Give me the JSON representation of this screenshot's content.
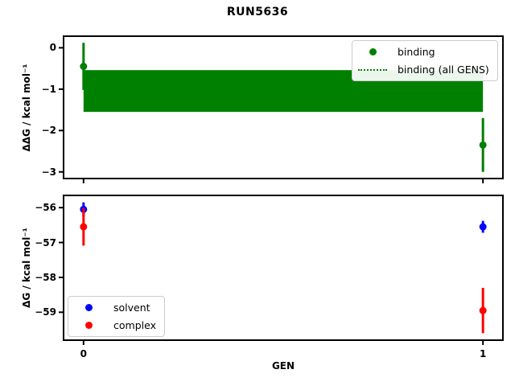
{
  "title": "RUN5636",
  "xlabel": "GEN",
  "colors": {
    "binding": "#008000",
    "solvent": "#0000ff",
    "complex": "#ff0000"
  },
  "chart_data": [
    {
      "type": "scatter",
      "ylabel": "ΔΔG / kcal mol⁻¹",
      "xlim": [
        -0.05,
        1.05
      ],
      "ylim": [
        -3.16,
        0.28
      ],
      "yticks": [
        0,
        -1,
        -2,
        -3
      ],
      "xticks": [
        0,
        1
      ],
      "x_tick_labels_shown": false,
      "grid": false,
      "legend": {
        "position": "upper right",
        "items": [
          "binding",
          "binding (all GENS)"
        ]
      },
      "series": [
        {
          "name": "binding",
          "color": "#008000",
          "marker": "circle",
          "x": [
            0,
            1
          ],
          "y": [
            -0.45,
            -2.35
          ],
          "yerr": [
            0.57,
            0.65
          ]
        },
        {
          "name": "binding (all GENS)",
          "color": "#008000",
          "style": "dotted-line-with-band",
          "value": -1.05,
          "band": [
            -1.55,
            -0.54
          ],
          "band_x": [
            0,
            1
          ]
        }
      ]
    },
    {
      "type": "scatter",
      "ylabel": "ΔG / kcal mol⁻¹",
      "xlabel": "GEN",
      "xlim": [
        -0.05,
        1.05
      ],
      "ylim": [
        -59.8,
        -55.65
      ],
      "yticks": [
        -56,
        -57,
        -58,
        -59
      ],
      "xticks": [
        0,
        1
      ],
      "x_tick_labels_shown": true,
      "grid": false,
      "legend": {
        "position": "lower left",
        "items": [
          "solvent",
          "complex"
        ]
      },
      "series": [
        {
          "name": "solvent",
          "color": "#0000ff",
          "marker": "circle",
          "x": [
            0,
            1
          ],
          "y": [
            -56.05,
            -56.55
          ],
          "yerr": [
            0.2,
            0.17
          ]
        },
        {
          "name": "complex",
          "color": "#ff0000",
          "marker": "circle",
          "x": [
            0,
            1
          ],
          "y": [
            -56.55,
            -58.95
          ],
          "yerr": [
            0.54,
            0.65
          ]
        }
      ]
    }
  ]
}
